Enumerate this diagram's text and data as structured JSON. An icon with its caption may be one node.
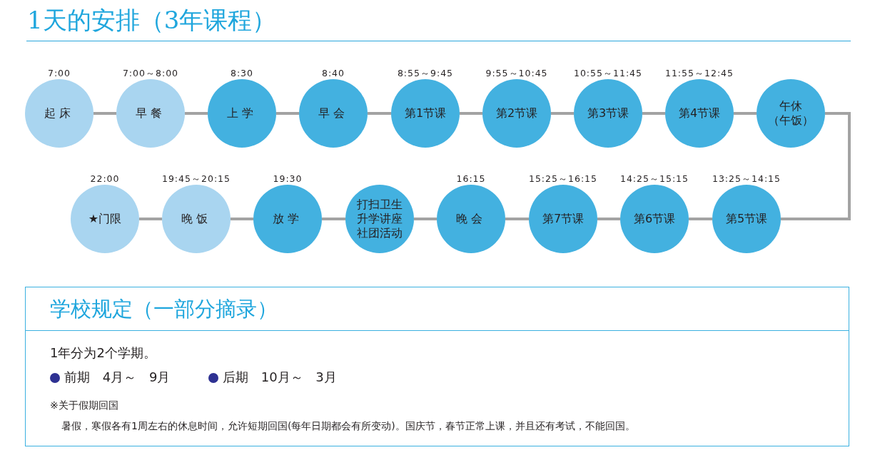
{
  "diagram": {
    "title": "1天的安排（3年课程）",
    "nodes": [
      {
        "text": [
          "起床"
        ],
        "beside": [
          "7:00"
        ]
      },
      {
        "text": [
          "早餐"
        ],
        "beside": [
          "7:00～8:00"
        ]
      },
      {
        "text": [
          "上学"
        ],
        "beside": [
          "8:30"
        ]
      },
      {
        "text": [
          "早会"
        ],
        "beside": [
          "8:40"
        ]
      },
      {
        "text": [
          "第1节课"
        ],
        "beside": [
          "8:55～9:45"
        ]
      },
      {
        "text": [
          "第2节课"
        ],
        "beside": [
          "9:55～10:45"
        ]
      },
      {
        "text": [
          "第3节课"
        ],
        "beside": [
          "10:55～11:45"
        ]
      },
      {
        "text": [
          "第4节课"
        ],
        "beside": [
          "11:55～12:45"
        ]
      },
      {
        "text": [
          "午休",
          "（午饭）"
        ]
      },
      {
        "text": [
          "第5节课"
        ],
        "beside": [
          "13:25～14:15"
        ]
      },
      {
        "text": [
          "第6节课"
        ],
        "beside": [
          "14:25～15:15"
        ]
      },
      {
        "text": [
          "第7节课"
        ],
        "beside": [
          "15:25～16:15"
        ]
      },
      {
        "text": [
          "晚会"
        ],
        "beside": [
          "16:15"
        ]
      },
      {
        "text": [
          "打扫卫生",
          "升学讲座",
          "社团活动"
        ]
      },
      {
        "text": [
          "放学"
        ],
        "beside": [
          "19:30"
        ]
      },
      {
        "text": [
          "晚饭"
        ],
        "beside": [
          "19:45～20:15"
        ]
      },
      {
        "text": [
          "★门限"
        ],
        "beside": [
          "22:00"
        ]
      },
      {
        "text": [
          "学校规定（一部分摘录）",
          "1年分为2个学期。",
          "前期 4月～ 9月",
          "后期 10月～ 3月",
          "※关于假期回国",
          "暑假，寒假各有1周左右的休息时间，允许短期回国(每年日期都会有所变动)。国庆节，春节正常上课，并且还有考试，不能回国。"
        ]
      }
    ],
    "edges": [
      {
        "from": 0,
        "to": 1,
        "arrow": "none"
      },
      {
        "from": 1,
        "to": 2,
        "arrow": "none"
      },
      {
        "from": 2,
        "to": 3,
        "arrow": "none"
      },
      {
        "from": 3,
        "to": 4,
        "arrow": "none"
      },
      {
        "from": 4,
        "to": 5,
        "arrow": "none"
      },
      {
        "from": 5,
        "to": 6,
        "arrow": "none"
      },
      {
        "from": 6,
        "to": 7,
        "arrow": "none"
      },
      {
        "from": 7,
        "to": 8,
        "arrow": "none"
      },
      {
        "from": 8,
        "to": 9,
        "arrow": "none"
      },
      {
        "from": 9,
        "to": 10,
        "arrow": "none"
      },
      {
        "from": 10,
        "to": 11,
        "arrow": "none"
      },
      {
        "from": 11,
        "to": 12,
        "arrow": "none"
      },
      {
        "from": 12,
        "to": 13,
        "arrow": "none"
      },
      {
        "from": 13,
        "to": 14,
        "arrow": "none"
      },
      {
        "from": 14,
        "to": 15,
        "arrow": "none"
      },
      {
        "from": 15,
        "to": 16,
        "arrow": "none"
      }
    ]
  }
}
